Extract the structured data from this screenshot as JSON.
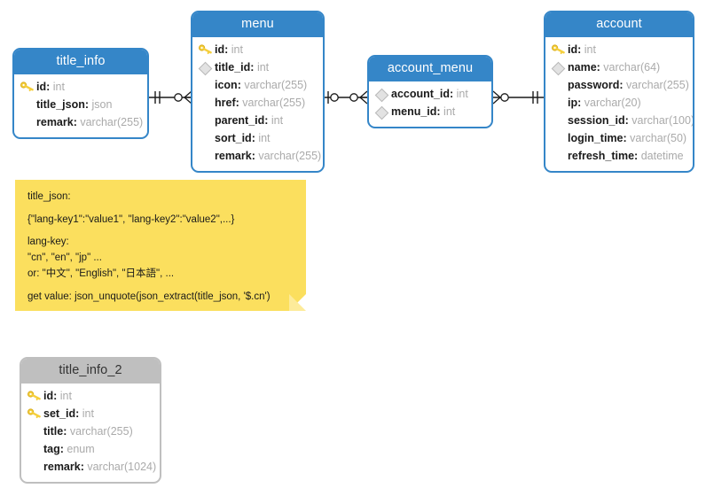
{
  "diagram": {
    "title": "database-er-diagram",
    "colors": {
      "header_blue": "#3586c8",
      "header_gray": "#bfbfbf",
      "note_yellow": "#fbdf5e",
      "note_fold": "#fdeb9a",
      "type_text": "#aaaaaa",
      "field_text": "#1a1a1a",
      "connector": "#1a1a1a"
    }
  },
  "entities": [
    {
      "id": "title_info",
      "name": "title_info",
      "header_style": "blue",
      "fields": [
        {
          "marker": "primary-key-icon",
          "name": "id",
          "type": "int"
        },
        {
          "marker": "none",
          "name": "title_json",
          "type": "json"
        },
        {
          "marker": "none",
          "name": "remark",
          "type": "varchar(255)"
        }
      ]
    },
    {
      "id": "menu",
      "name": "menu",
      "header_style": "blue",
      "fields": [
        {
          "marker": "primary-key-icon",
          "name": "id",
          "type": "int"
        },
        {
          "marker": "foreign-key-diamond-icon",
          "name": "title_id",
          "type": "int"
        },
        {
          "marker": "none",
          "name": "icon",
          "type": "varchar(255)"
        },
        {
          "marker": "none",
          "name": "href",
          "type": "varchar(255)"
        },
        {
          "marker": "none",
          "name": "parent_id",
          "type": "int"
        },
        {
          "marker": "none",
          "name": "sort_id",
          "type": "int"
        },
        {
          "marker": "none",
          "name": "remark",
          "type": "varchar(255)"
        }
      ]
    },
    {
      "id": "account_menu",
      "name": "account_menu",
      "header_style": "blue",
      "fields": [
        {
          "marker": "foreign-key-diamond-icon",
          "name": "account_id",
          "type": "int"
        },
        {
          "marker": "foreign-key-diamond-icon",
          "name": "menu_id",
          "type": "int"
        }
      ]
    },
    {
      "id": "account",
      "name": "account",
      "header_style": "blue",
      "fields": [
        {
          "marker": "primary-key-icon",
          "name": "id",
          "type": "int"
        },
        {
          "marker": "foreign-key-diamond-icon",
          "name": "name",
          "type": "varchar(64)"
        },
        {
          "marker": "none",
          "name": "password",
          "type": "varchar(255)"
        },
        {
          "marker": "none",
          "name": "ip",
          "type": "varchar(20)"
        },
        {
          "marker": "none",
          "name": "session_id",
          "type": "varchar(100)"
        },
        {
          "marker": "none",
          "name": "login_time",
          "type": "varchar(50)"
        },
        {
          "marker": "none",
          "name": "refresh_time",
          "type": "datetime"
        }
      ]
    },
    {
      "id": "title_info_2",
      "name": "title_info_2",
      "header_style": "gray",
      "fields": [
        {
          "marker": "primary-key-icon",
          "name": "id",
          "type": "int"
        },
        {
          "marker": "primary-key-icon",
          "name": "set_id",
          "type": "int"
        },
        {
          "marker": "none",
          "name": "title",
          "type": "varchar(255)"
        },
        {
          "marker": "none",
          "name": "tag",
          "type": "enum"
        },
        {
          "marker": "none",
          "name": "remark",
          "type": "varchar(1024)"
        }
      ]
    }
  ],
  "relationships": [
    {
      "id": "rel-title_info-menu",
      "from": "title_info",
      "to": "menu",
      "from_cardinality": "exactly-one",
      "to_cardinality": "zero-or-many"
    },
    {
      "id": "rel-menu-account_menu",
      "from": "menu",
      "to": "account_menu",
      "from_cardinality": "zero-or-one",
      "to_cardinality": "zero-or-many"
    },
    {
      "id": "rel-account_menu-account",
      "from": "account_menu",
      "to": "account",
      "from_cardinality": "zero-or-many",
      "to_cardinality": "exactly-one"
    }
  ],
  "note": {
    "id": "title-json-note",
    "lines": [
      {
        "text": "title_json:",
        "spacing": "normal"
      },
      {
        "text": "{\"lang-key1\":\"value1\", \"lang-key2\":\"value2\",...}",
        "spacing": "normal"
      },
      {
        "text": "lang-key:",
        "spacing": "tight"
      },
      {
        "text": "\"cn\", \"en\", \"jp\" ...",
        "spacing": "tight"
      },
      {
        "text": "or: \"中文\", \"English\", \"日本語\", ...",
        "spacing": "normal"
      },
      {
        "text": "get value: json_unquote(json_extract(title_json, '$.cn')",
        "spacing": "normal"
      }
    ]
  }
}
